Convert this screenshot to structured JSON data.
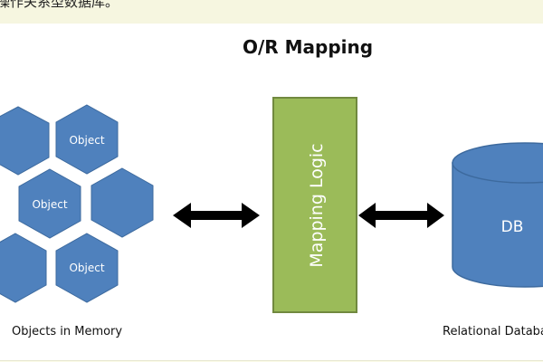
{
  "page": {
    "top_text": "操作关系型数据库。"
  },
  "diagram": {
    "title": "O/R Mapping",
    "object_label": "Object",
    "mapping_label": "Mapping Logic",
    "db_label": "DB",
    "caption_left": "Objects in Memory",
    "caption_right": "Relational Database"
  },
  "colors": {
    "hexagon": "#4f81bd",
    "hexagon_stroke": "#3d6a9e",
    "mapping_box": "#9bbb59",
    "mapping_stroke": "#71893f",
    "cylinder": "#4f81bd",
    "arrow": "#000000"
  }
}
